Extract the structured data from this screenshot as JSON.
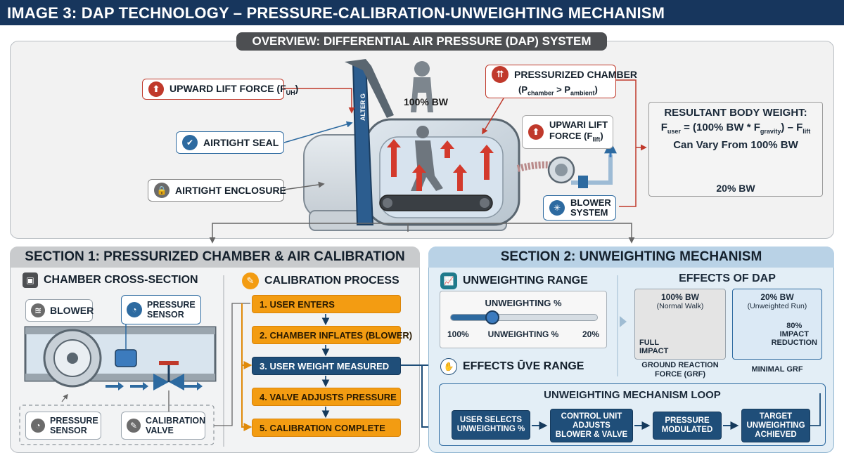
{
  "title": "IMAGE 3: DAP TECHNOLOGY – PRESSURE-CALIBRATION-UNWEIGHTING MECHANISM",
  "overview": {
    "heading": "OVERVIEW: DIFFERENTIAL AIR PRESSURE (DAP) SYSTEM",
    "upward_lift": "UPWARD LIFT FORCE (F",
    "upward_lift_sub": "UH",
    "upward_lift_close": ")",
    "airtight_seal": "AIRTIGHT SEAL",
    "airtight_enclosure": "AIRTIGHT ENCLOSURE",
    "treadmill_brand": "ALTER G",
    "bw_label": "100% BW",
    "pressurized_chamber": "PRESSURIZED CHAMBER",
    "pc_p1": "(P",
    "pc_sub1": "chamber",
    "pc_mid": " > P",
    "pc_sub2": "ambient",
    "pc_close": ")",
    "upwari_lift_1": "UPWARI LIFT",
    "upwari_lift_2": "FORCE (F",
    "upwari_lift_sub": "lift",
    "upwari_lift_close": ")",
    "blower_system_1": "BLOWER",
    "blower_system_2": "SYSTEM",
    "resultant": {
      "title": "RESULTANT BODY WEIGHT:",
      "f_user": "F",
      "f_user_sub": "user",
      "formula_mid": " = (100% BW * F",
      "formula_sub": "gravity",
      "formula_end": ") – F",
      "formula_sub2": "lift",
      "vary": "Can Vary From 100% BW",
      "result": "20% BW"
    }
  },
  "section1": {
    "heading": "SECTION 1: PRESSURIZED CHAMBER & AIR CALIBRATION",
    "cross_section": "CHAMBER CROSS-SECTION",
    "blower": "BLOWER",
    "pressure_sensor_1": "PRESSURE",
    "pressure_sensor_2": "SENSOR",
    "legend_pressure_1": "PRESSURE",
    "legend_pressure_2": "SENSOR",
    "legend_valve_1": "CALIBRATION",
    "legend_valve_2": "VALVE",
    "calibration_process": "CALIBRATION PROCESS",
    "steps": [
      "1. USER ENTERS",
      "2. CHAMBER INFLATES (BLOWER)",
      "3. USER WEIGHT MEASURED",
      "4. VALVE ADJUSTS PRESSURE",
      "5. CALIBRATION COMPLETE"
    ]
  },
  "section2": {
    "heading": "SECTION 2: UNWEIGHTING MECHANISM",
    "unweighting_range": "UNWEIGHTING RANGE",
    "slider_label": "UNWEIGHTING %",
    "slider_left": "100%",
    "slider_mid": "UNWEIGHTING %",
    "slider_right": "20%",
    "slider_level": 0.28,
    "effects_range": "EFFECTS ŪVE RANGE",
    "effects_of_dap": "EFFECTS OF DAP",
    "card1_title": "100% BW",
    "card1_sub": "(Normal Walk)",
    "card1_full_1": "FULL",
    "card1_full_2": "IMPACT",
    "card1_grf_1": "GROUND REACTION",
    "card1_grf_2": "FORCE (GRF)",
    "card2_title": "20% BW",
    "card2_sub": "(Unweighted Run)",
    "card2_red_1": "80%",
    "card2_red_2": "IMPACT",
    "card2_red_3": "REDUCTION",
    "card2_grf": "MINIMAL GRF",
    "loop_title": "UNWEIGHTING MECHANISM LOOP",
    "loop": [
      [
        "USER SELECTS",
        "UNWEIGHTING %"
      ],
      [
        "CONTROL UNIT",
        "ADJUSTS",
        "BLOWER & VALVE"
      ],
      [
        "PRESSURE",
        "MODULATED"
      ],
      [
        "TARGET",
        "UNWEIGHTING",
        "ACHIEVED"
      ]
    ]
  },
  "colors": {
    "navy": "#17365d",
    "red": "#c0392b",
    "blue": "#2d6aa0",
    "orange": "#f39c12",
    "dark_blue": "#1f4e79"
  }
}
